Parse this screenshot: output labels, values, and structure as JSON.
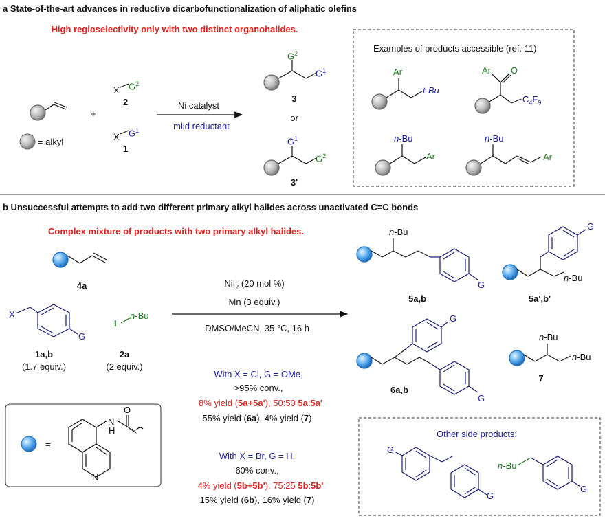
{
  "section_a": {
    "header": "a State-of-the-art advances in reductive dicarbofunctionalization of aliphatic olefins",
    "subtitle": "High regioselectivity only with two distinct organohalides.",
    "alkyl_eq": "=  alkyl",
    "plus": "+",
    "reagent2": {
      "x": "X",
      "g": "G",
      "sup": "2",
      "num": "2"
    },
    "reagent1": {
      "x": "X",
      "g": "G",
      "sup": "1",
      "num": "1"
    },
    "conditions_top": "Ni catalyst",
    "conditions_bottom": "mild reductant",
    "product3": {
      "num": "3",
      "g_top": "G",
      "g_top_sup": "2",
      "g_side": "G",
      "g_side_sup": "1"
    },
    "or": "or",
    "product3p": {
      "num": "3'",
      "g_top": "G",
      "g_top_sup": "1",
      "g_side": "G",
      "g_side_sup": "2"
    },
    "examples_title": "Examples of products accessible (ref. 11)",
    "ex1": {
      "ar": "Ar",
      "tbu": "t-Bu"
    },
    "ex2": {
      "ar": "Ar",
      "o": "O",
      "c4f9": "C",
      "c4f9_a": "4",
      "c4f9_b": "F",
      "c4f9_c": "9"
    },
    "ex3": {
      "nbu": "n-Bu",
      "ar": "Ar"
    },
    "ex4": {
      "nbu": "n-Bu",
      "ar": "Ar"
    }
  },
  "section_b": {
    "header": "b Unsuccessful attempts to add two different primary alkyl halides across unactivated C=C bonds",
    "subtitle": "Complex mixture of products with two primary alkyl halides.",
    "sm4a": "4a",
    "sm1ab": {
      "x": "X",
      "g": "G",
      "num": "1a,b",
      "equiv": "(1.7 equiv.)"
    },
    "sm2a": {
      "i": "I",
      "nbu": "n-Bu",
      "num": "2a",
      "equiv": "(2 equiv.)"
    },
    "cond1": "NiI",
    "cond1_sub": "2",
    "cond1_rest": " (20 mol %)",
    "cond2": "Mn (3 equiv.)",
    "cond3": "DMSO/MeCN, 35 °C, 16 h",
    "p5ab": {
      "nbu": "n-Bu",
      "g": "G",
      "num": "5a,b"
    },
    "p5pab": {
      "nbu": "n-Bu",
      "g": "G",
      "num": "5a',b'"
    },
    "p6ab": {
      "g1": "G",
      "g2": "G",
      "num": "6a,b"
    },
    "p7": {
      "nbu1": "n-Bu",
      "nbu2": "n-Bu",
      "num": "7"
    },
    "run1": {
      "title": "With X = Cl, G = OMe,",
      "conv": ">95% conv.,",
      "yield1": "8% yield (5a+5a'), 50:50 5a:5a'",
      "yield2": "55% yield (6a), 4% yield (7)"
    },
    "run2": {
      "title": "With X = Br, G = H,",
      "conv": "60% conv.,",
      "yield1": "4% yield (5b+5b'), 75:25 5b:5b'",
      "yield2": "15% yield (6b), 16% yield (7)"
    },
    "legend_eq": "=",
    "legend_n": "N",
    "legend_nh": "H",
    "legend_nh_n": "N",
    "legend_o": "O",
    "side_title": "Other side products:",
    "side1": {
      "g1": "G",
      "g2": "G"
    },
    "side2": {
      "nbu": "n-Bu",
      "g": "G"
    }
  },
  "colors": {
    "red": "#e4211c",
    "blue": "#1c1ca8",
    "green": "#1a7a1a",
    "dark_blue": "#1c1c7a"
  }
}
